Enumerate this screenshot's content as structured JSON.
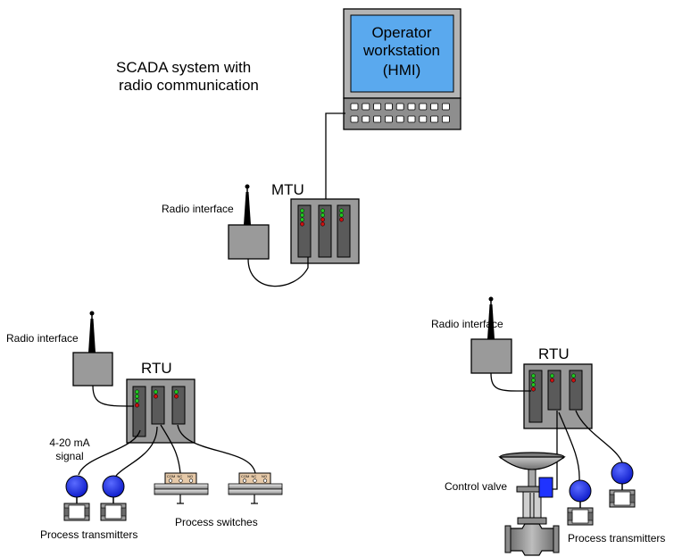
{
  "title": {
    "line1": "SCADA system with",
    "line2": "radio communication"
  },
  "hmi": {
    "line1": "Operator",
    "line2": "workstation",
    "line3": "(HMI)"
  },
  "mtu_label": "MTU",
  "rtu_label": "RTU",
  "radio_label": "Radio interface",
  "signal": {
    "line1": "4-20 mA",
    "line2": "signal"
  },
  "control_valve_label": "Control valve",
  "process_transmitters_label": "Process transmitters",
  "process_switches_label": "Process switches",
  "switch_terminals": [
    "COM",
    "NC",
    "NO"
  ],
  "colors": {
    "screen": "#5aa9ee",
    "housing": "#9a9a9a",
    "module": "#5a5a5a",
    "led_green": "#22c822",
    "led_red": "#cc1111",
    "transmitter_blue": "#1f33ff",
    "valve_gray": "#8c8c8c",
    "switch_tan": "#e6c9a8"
  }
}
